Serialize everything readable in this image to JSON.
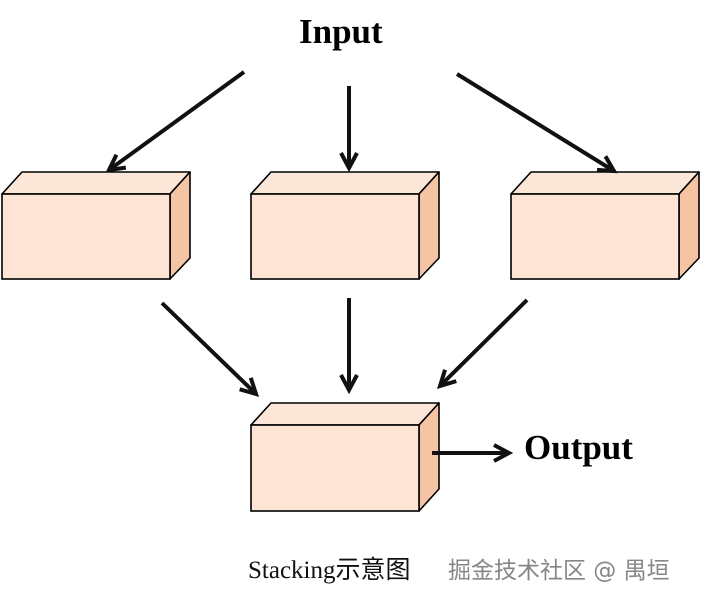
{
  "labels": {
    "input": "Input",
    "output": "Output",
    "caption": "Stacking示意图",
    "watermark": "掘金技术社区 @ 禺垣"
  },
  "colors": {
    "front_face": "#FDE4D4",
    "top_face": "#FCE6D8",
    "side_face": "#F5C4A4",
    "stroke": "#000000",
    "arrow": "#111111"
  }
}
